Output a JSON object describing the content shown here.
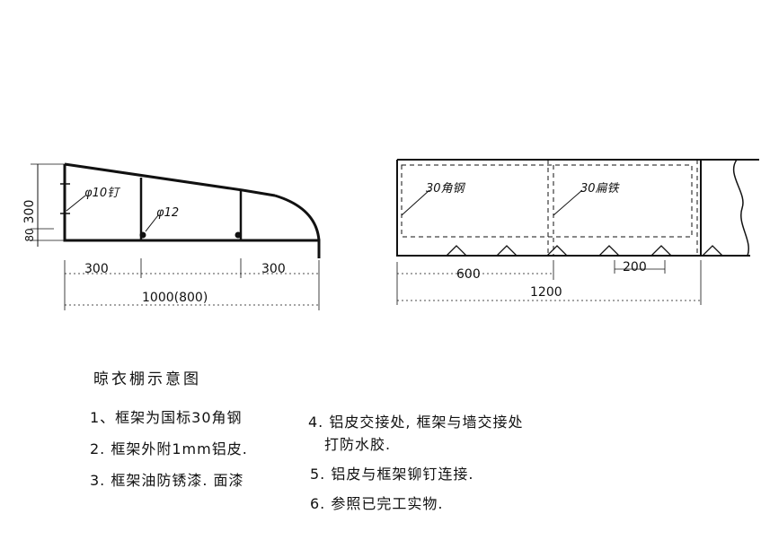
{
  "elevation": {
    "dims": [
      "300",
      "80",
      "300",
      "300",
      "1000(800)"
    ],
    "labels": [
      "φ10钉",
      "φ12"
    ]
  },
  "plan": {
    "dims": [
      "600",
      "200",
      "1200"
    ],
    "labels": [
      "30角钢",
      "30扁铁"
    ]
  },
  "notes": {
    "title": "晾衣棚示意图",
    "items": [
      "1、框架为国标30角钢",
      "2. 框架外附1mm铝皮.",
      "3. 框架油防锈漆. 面漆",
      "4. 铝皮交接处, 框架与墙交接处",
      "打防水胶.",
      "5. 铝皮与框架铆钉连接.",
      "6. 参照已完工实物."
    ]
  }
}
